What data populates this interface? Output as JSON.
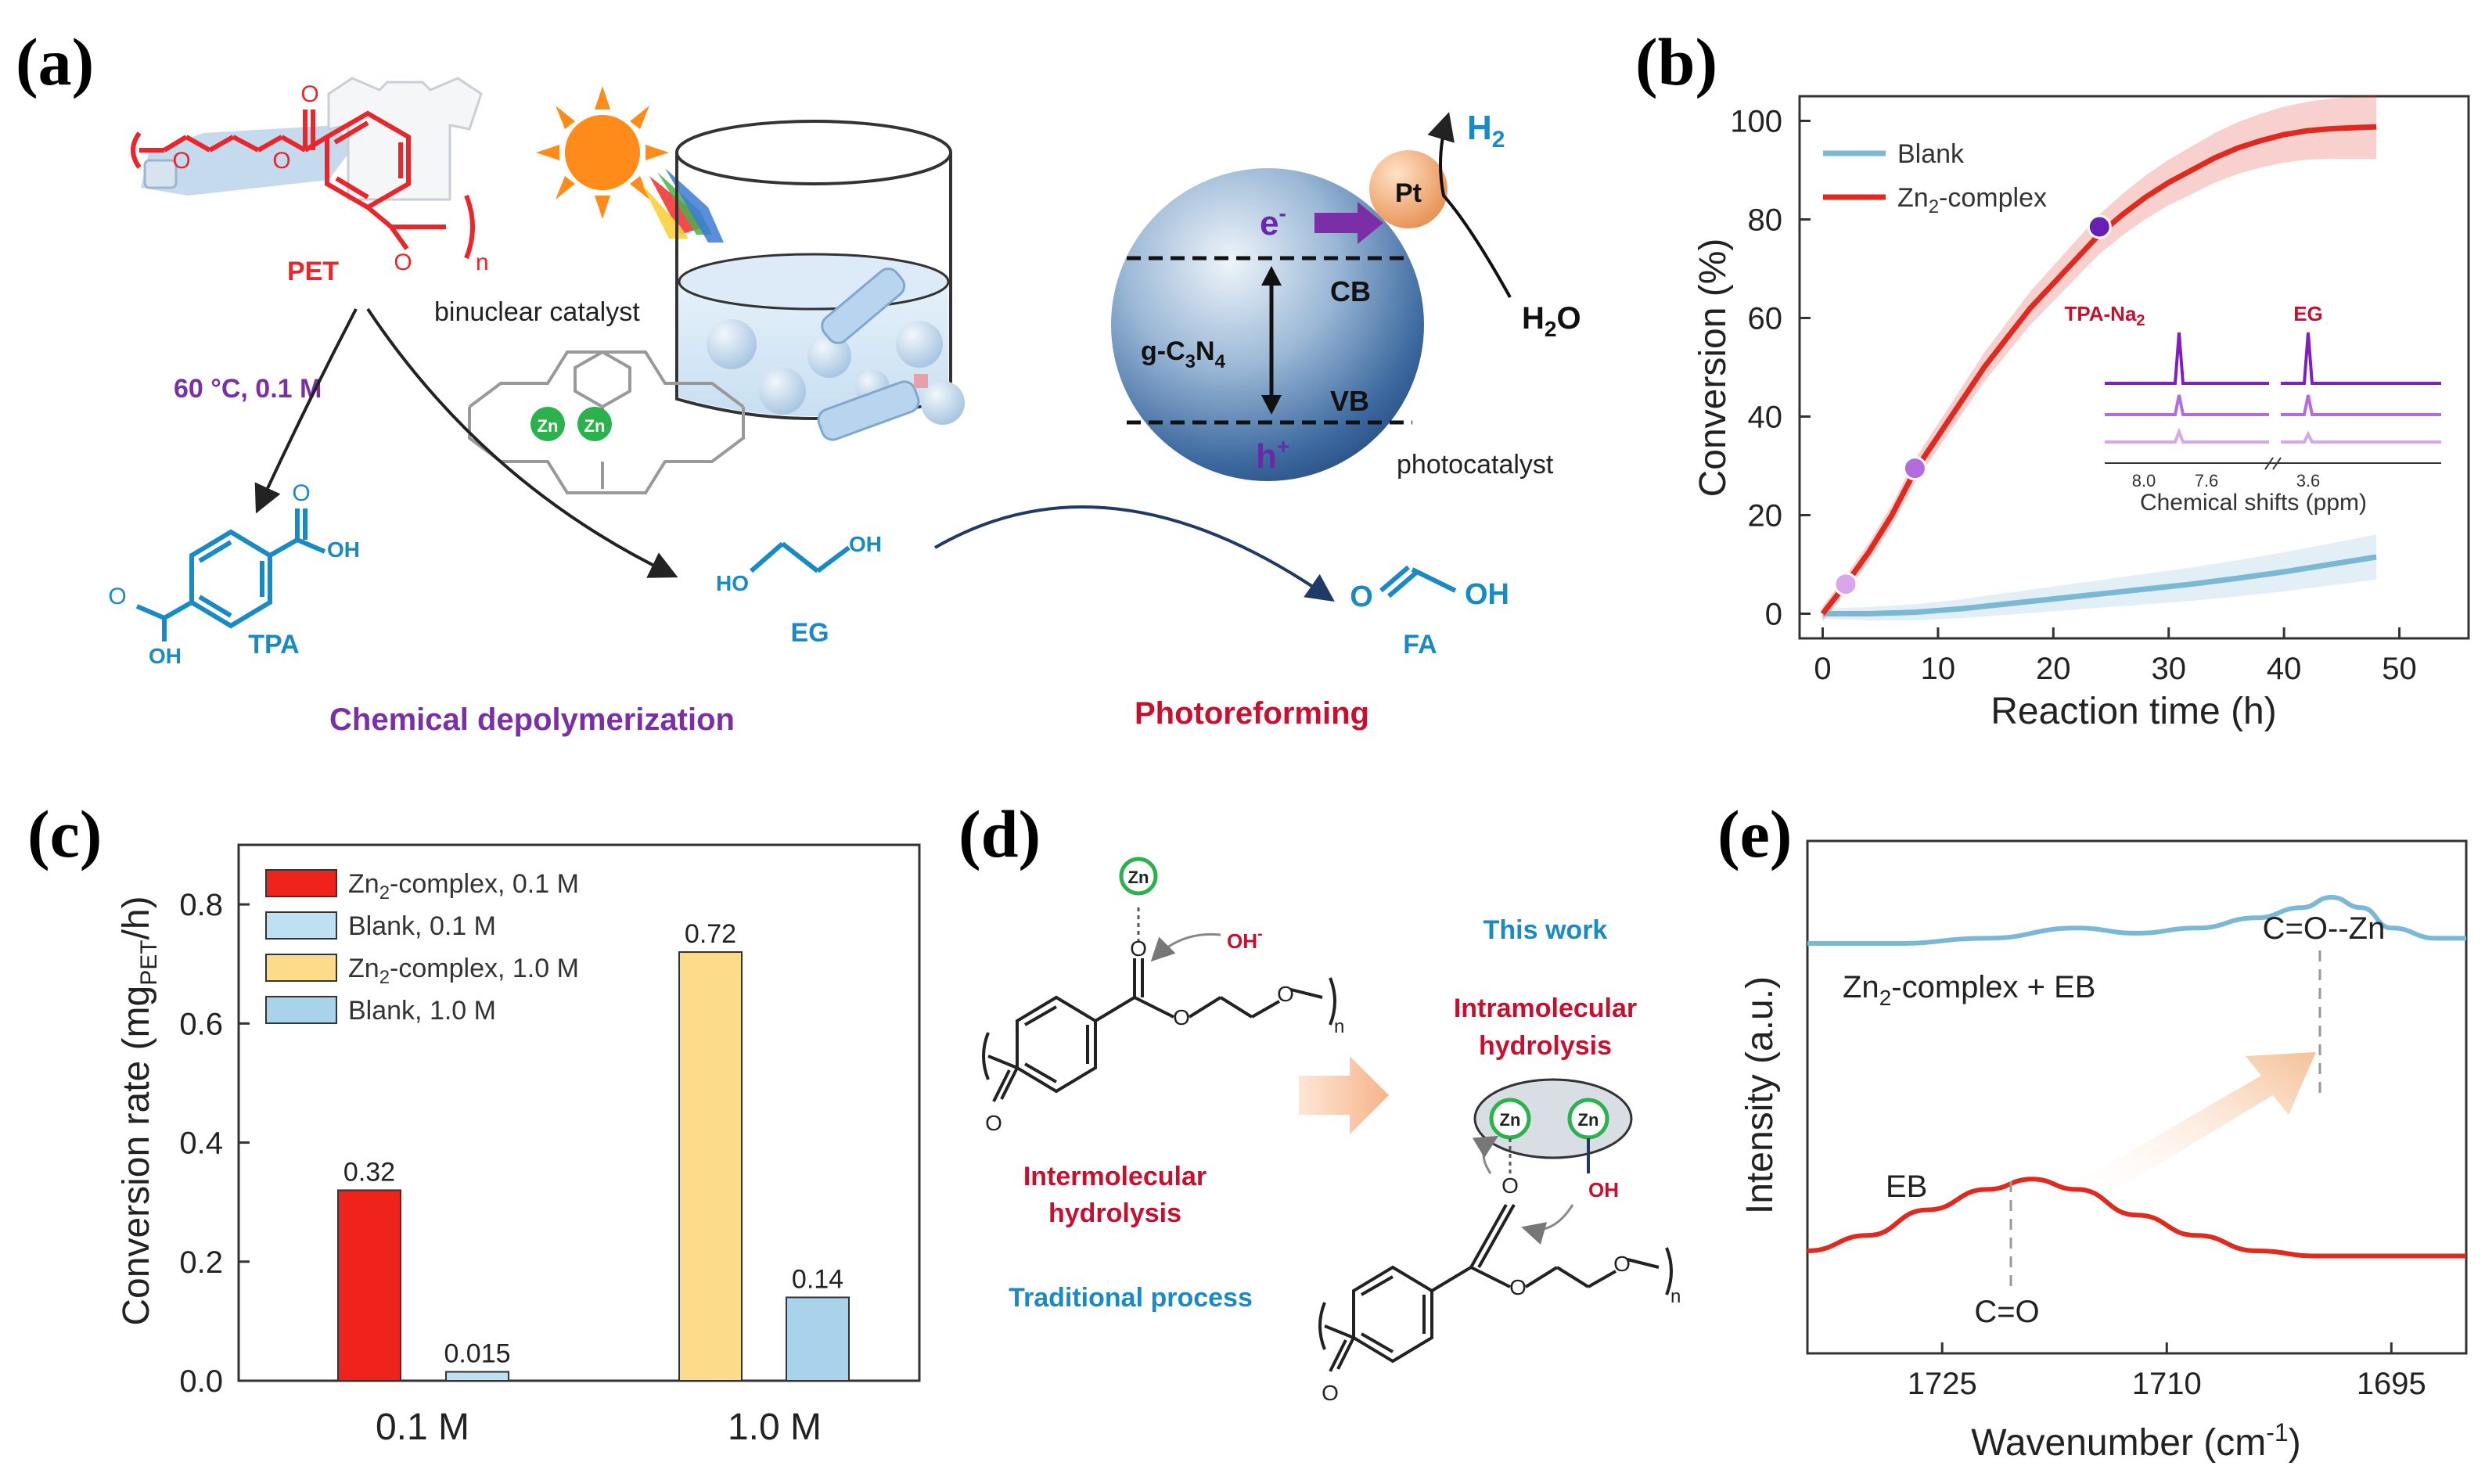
{
  "panels": {
    "a": {
      "letter": "(a)",
      "labels": {
        "pet": "PET",
        "n_sub": "n",
        "catalyst": "binuclear catalyst",
        "conditions": "60 °C, 0.1 M",
        "tpa": "TPA",
        "eg": "EG",
        "fa": "FA",
        "h2": "H",
        "h2_sub": "2",
        "h2o": "H",
        "h2o_sub": "2",
        "h2o_o": "O",
        "pt": "Pt",
        "cb": "CB",
        "vb": "VB",
        "gcn": "g-C",
        "gcn_sub1": "3",
        "gcn_n": "N",
        "gcn_sub2": "4",
        "electron": "e",
        "electron_sup": "-",
        "hole": "h",
        "hole_sup": "+",
        "photocatalyst": "photocatalyst",
        "zn": "Zn",
        "oh": "OH",
        "ho": "HO",
        "o": "O",
        "chem_depoly": "Chemical depolymerization",
        "photoreforming": "Photoreforming"
      },
      "colors": {
        "pet": "#e8262b",
        "product": "#1a8ac4",
        "purple": "#7b2fa6",
        "red_title": "#c8102e",
        "sun": "#ff8c1a",
        "zn": "#2bb24c"
      }
    },
    "b": {
      "letter": "(b)",
      "chart_data": {
        "type": "line",
        "xlabel": "Reaction time (h)",
        "ylabel": "Conversion (%)",
        "xlim": [
          -2,
          56
        ],
        "ylim": [
          -5,
          105
        ],
        "xticks": [
          0,
          10,
          20,
          30,
          40,
          50
        ],
        "yticks": [
          0,
          20,
          40,
          60,
          80,
          100
        ],
        "legend_position": "top-left",
        "series": [
          {
            "name": "Blank",
            "color": "#7ab8d6",
            "x": [
              0,
              4,
              8,
              12,
              16,
              20,
              24,
              28,
              32,
              36,
              40,
              44,
              48
            ],
            "y": [
              0,
              0,
              0.3,
              1,
              2,
              3,
              4,
              5,
              6,
              7.2,
              8.5,
              10,
              11.5
            ]
          },
          {
            "name": "Zn",
            "name_sub": "2",
            "name_rest": "-complex",
            "color": "#e02a1f",
            "x": [
              0,
              2,
              4,
              6,
              8,
              10,
              12,
              14,
              16,
              18,
              20,
              22,
              24,
              26,
              28,
              30,
              32,
              34,
              36,
              38,
              40,
              42,
              44,
              46,
              48
            ],
            "y": [
              0,
              6,
              12.5,
              20,
              29,
              36,
              43,
              50,
              56,
              62,
              67,
              72,
              77,
              81,
              84.5,
              87.5,
              90,
              92.5,
              94.5,
              96,
              97.2,
              98,
              98.4,
              98.6,
              98.8
            ]
          }
        ],
        "markers": {
          "x": [
            2,
            8,
            24
          ],
          "y": [
            6,
            29.5,
            78.5
          ],
          "colors": [
            "#d6a8ea",
            "#b36be0",
            "#6a1fb3"
          ]
        },
        "inset": {
          "labels": [
            "TPA-Na",
            "EG"
          ],
          "label_sub": "2",
          "ticks": [
            "8.0",
            "7.6",
            "3.6"
          ],
          "xlabel": "Chemical shifts (ppm)"
        }
      }
    },
    "c": {
      "letter": "(c)",
      "chart_data": {
        "type": "bar",
        "categories": [
          "0.1 M",
          "1.0 M"
        ],
        "ylabel": "Conversion rate (mg",
        "ylabel_sub": "PET",
        "ylabel_rest": "/h)",
        "ylim": [
          0,
          0.9
        ],
        "yticks": [
          "0.0",
          "0.2",
          "0.4",
          "0.6",
          "0.8"
        ],
        "ytick_values": [
          0,
          0.2,
          0.4,
          0.6,
          0.8
        ],
        "legend_position": "top-left",
        "series": [
          {
            "name": "Zn",
            "name_sub": "2",
            "name_rest": "-complex,  0.1 M",
            "color": "#f0231c",
            "values": [
              0.32,
              null
            ],
            "labels": [
              "0.32",
              ""
            ]
          },
          {
            "name": "Blank,  0.1 M",
            "color": "#bfe0f0",
            "values": [
              0.015,
              null
            ],
            "labels": [
              "0.015",
              ""
            ]
          },
          {
            "name": "Zn",
            "name_sub": "2",
            "name_rest": "-complex,  1.0 M",
            "color": "#fcdb8a",
            "values": [
              null,
              0.72
            ],
            "labels": [
              "",
              "0.72"
            ]
          },
          {
            "name": "Blank,  1.0 M",
            "color": "#a9d3ea",
            "values": [
              null,
              0.14
            ],
            "labels": [
              "",
              "0.14"
            ]
          }
        ]
      }
    },
    "d": {
      "letter": "(d)",
      "labels": {
        "zn": "Zn",
        "oh_minus": "OH",
        "minus": "-",
        "oh": "OH",
        "o": "O",
        "n": "n",
        "this_work": "This work",
        "intra1": "Intramolecular",
        "intra2": "hydrolysis",
        "inter1": "Intermolecular",
        "inter2": "hydrolysis",
        "traditional": "Traditional process"
      }
    },
    "e": {
      "letter": "(e)",
      "chart_data": {
        "type": "line",
        "xlabel": "Wavenumber (cm",
        "xlabel_sup": "-1",
        "xlabel_end": ")",
        "ylabel": "Intensity (a.u.)",
        "xticks": [
          1725,
          1710,
          1695
        ],
        "xlim": [
          1734,
          1690
        ],
        "series": [
          {
            "name": "Zn",
            "name_sub": "2",
            "name_rest": "-complex + EB",
            "color": "#7ab8d6",
            "x": [
              1734,
              1728,
              1722,
              1716,
              1712,
              1708,
              1704,
              1701,
              1699,
              1697,
              1695,
              1692,
              1690
            ],
            "y": [
              0.8,
              0.8,
              0.81,
              0.83,
              0.82,
              0.83,
              0.85,
              0.87,
              0.89,
              0.87,
              0.83,
              0.81,
              0.81
            ]
          },
          {
            "name": "EB",
            "color": "#e02a1f",
            "x": [
              1734,
              1730,
              1726,
              1722,
              1719,
              1716,
              1712,
              1708,
              1704,
              1700,
              1696,
              1692,
              1690
            ],
            "y": [
              0.2,
              0.23,
              0.28,
              0.32,
              0.34,
              0.32,
              0.27,
              0.23,
              0.2,
              0.19,
              0.19,
              0.19,
              0.19
            ]
          }
        ],
        "annotations": [
          "C=O--Zn",
          "C=O"
        ]
      }
    }
  }
}
